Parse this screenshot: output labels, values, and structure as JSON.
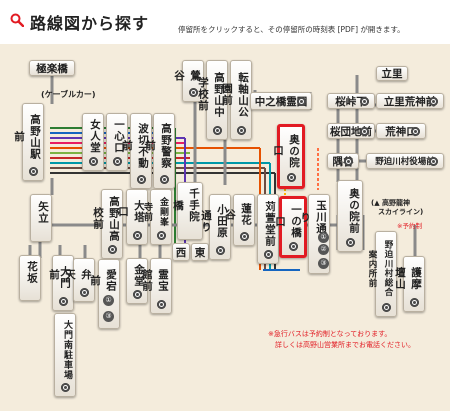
{
  "header": {
    "title": "路線図から探す",
    "instruction": "停留所をクリックすると、その停留所の時刻表 [PDF] が開きます。"
  },
  "stops": [
    {
      "id": "gokurakubashi",
      "label": "極楽橋"
    },
    {
      "id": "koyasan-eki",
      "label": "高野山駅前"
    },
    {
      "id": "nyonindo",
      "label": "女人堂"
    },
    {
      "id": "ichinoguchi",
      "label": "一心口"
    },
    {
      "id": "namikiri",
      "label": "波切不動前"
    },
    {
      "id": "takano-keisatsu",
      "label": "高野警察前"
    },
    {
      "id": "uguisudani",
      "label": "鶯谷"
    },
    {
      "id": "koyasan-chugakko",
      "label": "高野山中学校前"
    },
    {
      "id": "tenjiku",
      "label": "転軸山公園前"
    },
    {
      "id": "nakanohashi",
      "label": "中之橋霊園"
    },
    {
      "id": "okunoin-guchi",
      "label": "奥の院口"
    },
    {
      "id": "tatesato",
      "label": "立里"
    },
    {
      "id": "sakuratouge",
      "label": "桜峠下"
    },
    {
      "id": "tatesato-jinja",
      "label": "立里荒神前"
    },
    {
      "id": "sakuradanchi",
      "label": "桜団地前"
    },
    {
      "id": "arakami",
      "label": "荒神口"
    },
    {
      "id": "sumida",
      "label": "隅谷"
    },
    {
      "id": "nosegawa",
      "label": "野迫川村役場前"
    },
    {
      "id": "ya",
      "label": "矢立"
    },
    {
      "id": "koyasan-kokomae",
      "label": "高野山高校前"
    },
    {
      "id": "daimon-guchi",
      "label": "大塔口"
    },
    {
      "id": "kondomae",
      "label": "金剛峯寺前"
    },
    {
      "id": "senjuin",
      "label": "千手院橋"
    },
    {
      "id": "senjuin-nishi",
      "label": "西"
    },
    {
      "id": "senjuin-higashi",
      "label": "東"
    },
    {
      "id": "odawara",
      "label": "小田原通り"
    },
    {
      "id": "renge",
      "label": "蓮花谷"
    },
    {
      "id": "karukaya",
      "label": "苅萱堂前"
    },
    {
      "id": "ichinohashi",
      "label": "一の橋口"
    },
    {
      "id": "tamagawa",
      "label": "玉川通り"
    },
    {
      "id": "okunoin-mae",
      "label": "奥の院前"
    },
    {
      "id": "hanasaka",
      "label": "花坂"
    },
    {
      "id": "daimon",
      "label": "大門"
    },
    {
      "id": "bentenmae",
      "label": "弁天前"
    },
    {
      "id": "aikomae",
      "label": "愛宕前"
    },
    {
      "id": "kondo",
      "label": "金堂"
    },
    {
      "id": "reihokan",
      "label": "霊宝館前"
    },
    {
      "id": "daimon-minami",
      "label": "大門南駐車場"
    },
    {
      "id": "nosegawa-info",
      "label": "野迫川村総合案内所前"
    },
    {
      "id": "gomazan",
      "label": "護摩壇山"
    }
  ],
  "labels": {
    "cable": "(ケーブルカー)",
    "skyline": "(▲ 高野龍神\n　スカイライン)",
    "reservation": "※予約制",
    "note": "※急行バスは予約制となっております。\n　詳しくは高野山営業所までお電話ください。"
  },
  "colors": {
    "accent": "#e21b23",
    "bg": "#f4ecdc"
  }
}
